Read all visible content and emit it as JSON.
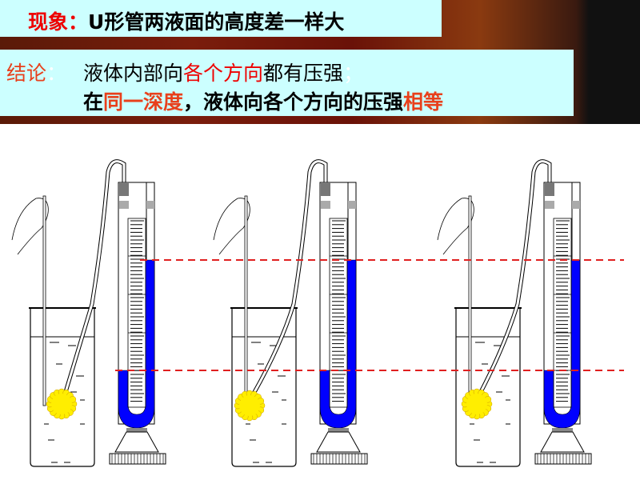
{
  "phenomenon": {
    "label": "现象：",
    "text": "U形管两液面的高度差一样大"
  },
  "conclusion": {
    "label": "结论",
    "sep": "：",
    "line1": {
      "a": "液体内部向",
      "b": "各个方向",
      "c": "都有压强",
      "d": "；"
    },
    "line2": {
      "a": "在",
      "b": "同一深度",
      "c": "，液体向各个方向的压强",
      "d": "相等"
    }
  },
  "colors": {
    "box": "#ccffff",
    "liquid": "#0000ff",
    "dashed": "#e02020",
    "probe": "#ffee00"
  },
  "setups": [
    {
      "probe_direction": "left"
    },
    {
      "probe_direction": "down"
    },
    {
      "probe_direction": "right"
    }
  ]
}
